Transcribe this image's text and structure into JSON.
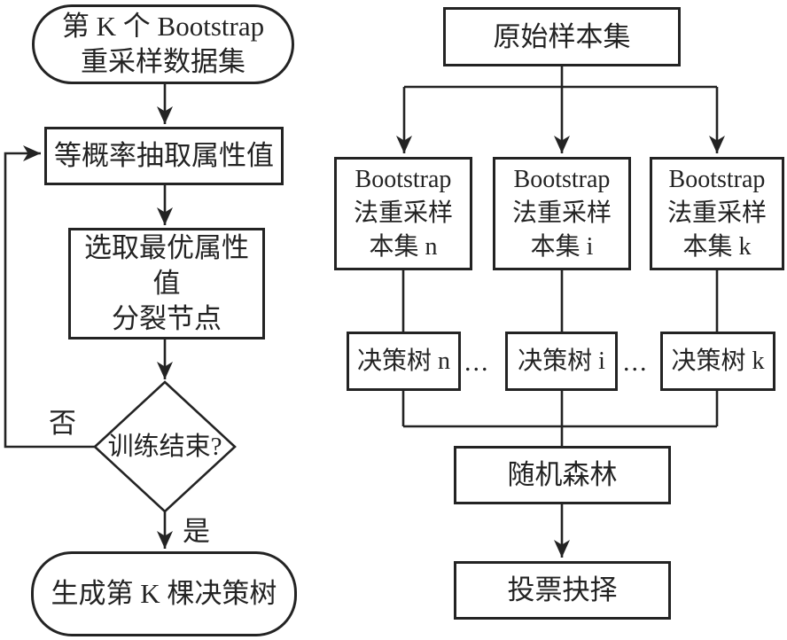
{
  "colors": {
    "ink": "#232323",
    "background": "#ffffff"
  },
  "left_flow": {
    "start": {
      "lines": [
        "第 K 个 Bootstrap",
        "重采样数据集"
      ]
    },
    "extract": {
      "label": "等概率抽取属性值"
    },
    "select_split": {
      "lines": [
        "选取最优属性值",
        "分裂节点"
      ]
    },
    "decision": {
      "label": "训练结束?"
    },
    "no_label": "否",
    "yes_label": "是",
    "end": {
      "label": "生成第 K 棵决策树"
    }
  },
  "right_flow": {
    "source": {
      "label": "原始样本集"
    },
    "bootstrap_samples": [
      {
        "lines": [
          "Bootstrap",
          "法重采样",
          "本集 n"
        ]
      },
      {
        "lines": [
          "Bootstrap",
          "法重采样",
          "本集 i"
        ]
      },
      {
        "lines": [
          "Bootstrap",
          "法重采样",
          "本集 k"
        ]
      }
    ],
    "trees": [
      {
        "label": "决策树 n"
      },
      {
        "label": "决策树 i"
      },
      {
        "label": "决策树 k"
      }
    ],
    "ellipsis": "...",
    "forest": {
      "label": "随机森林"
    },
    "vote": {
      "label": "投票抉择"
    }
  }
}
